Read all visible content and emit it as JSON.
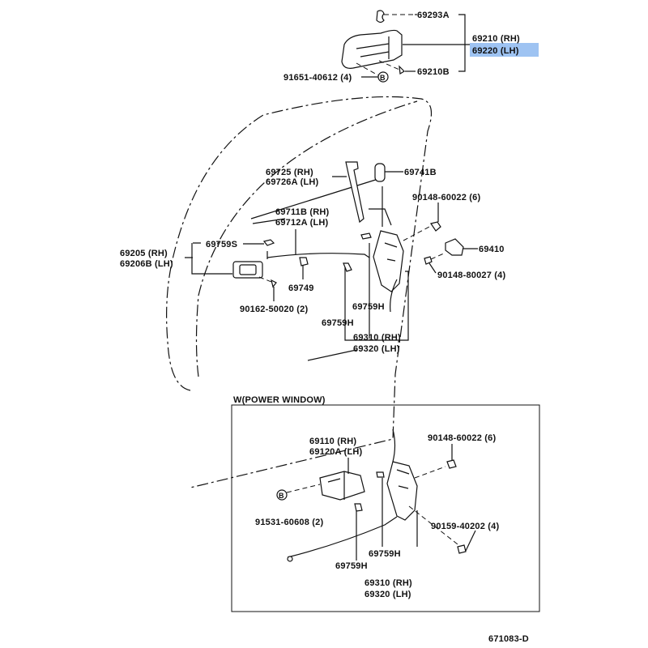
{
  "diagram": {
    "top_labels": {
      "p69293A": "69293A",
      "p69210": "69210 (RH)",
      "p69220": "69220 (LH)",
      "p69210B": "69210B",
      "p91651": "91651-40612 (4)",
      "callout_b": "B"
    },
    "main_labels": {
      "p69725": "69725  (RH)",
      "p69726A": "69726A (LH)",
      "p69741B": "69741B",
      "p90148_60022": "90148-60022 (6)",
      "p69711B": "69711B (RH)",
      "p69712A": "69712A (LH)",
      "p69205": "69205  (RH)",
      "p69206B": "69206B (LH)",
      "p69759S": "69759S",
      "p69410": "69410",
      "p90148_80027": "90148-80027 (4)",
      "p69749": "69749",
      "p90162": "90162-50020 (2)",
      "p69759H_a": "69759H",
      "p69759H_b": "69759H",
      "p69310": "69310 (RH)",
      "p69320": "69320 (LH)"
    },
    "inset": {
      "title": "W(POWER WINDOW)",
      "p69110": "69110  (RH)",
      "p69120A": "69120A (LH)",
      "p90148_60022": "90148-60022 (6)",
      "callout_b": "B",
      "p91531": "91531-60608 (2)",
      "p90159": "90159-40202 (4)",
      "p69759H_a": "69759H",
      "p69759H_b": "69759H",
      "p69310": "69310 (RH)",
      "p69320": "69320 (LH)"
    },
    "drawing_number": "671083-D",
    "highlight_color": "#9ec3f2"
  }
}
